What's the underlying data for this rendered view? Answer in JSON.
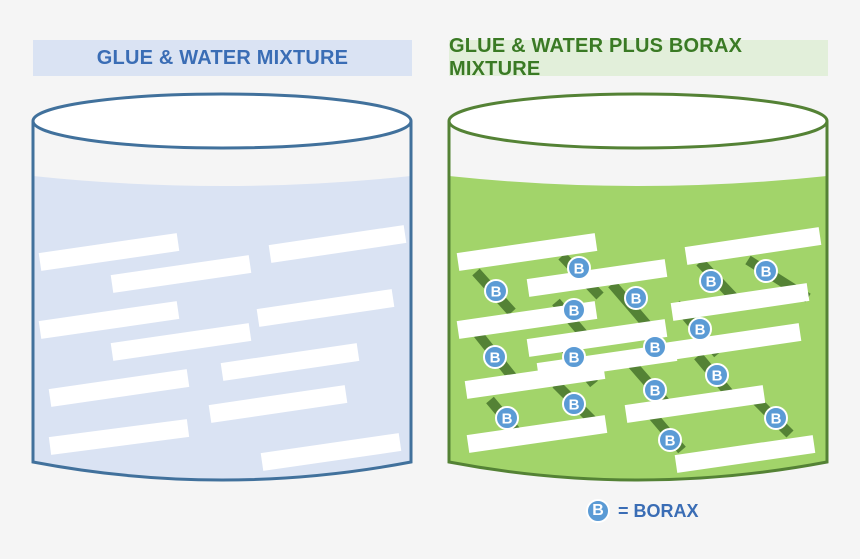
{
  "left_panel": {
    "title": "GLUE & WATER MIXTURE",
    "container_stroke": "#41719c",
    "liquid_color": "#dae3f3"
  },
  "right_panel": {
    "title": "GLUE & WATER PLUS BORAX MIXTURE",
    "container_stroke": "#548235",
    "liquid_color": "#a2d46a",
    "crosslink_color": "#548235"
  },
  "legend": {
    "symbol": "B",
    "text": "= BORAX"
  },
  "badge": {
    "label": "B",
    "fill": "#5b9bd5"
  },
  "strand_color": "#ffffff"
}
